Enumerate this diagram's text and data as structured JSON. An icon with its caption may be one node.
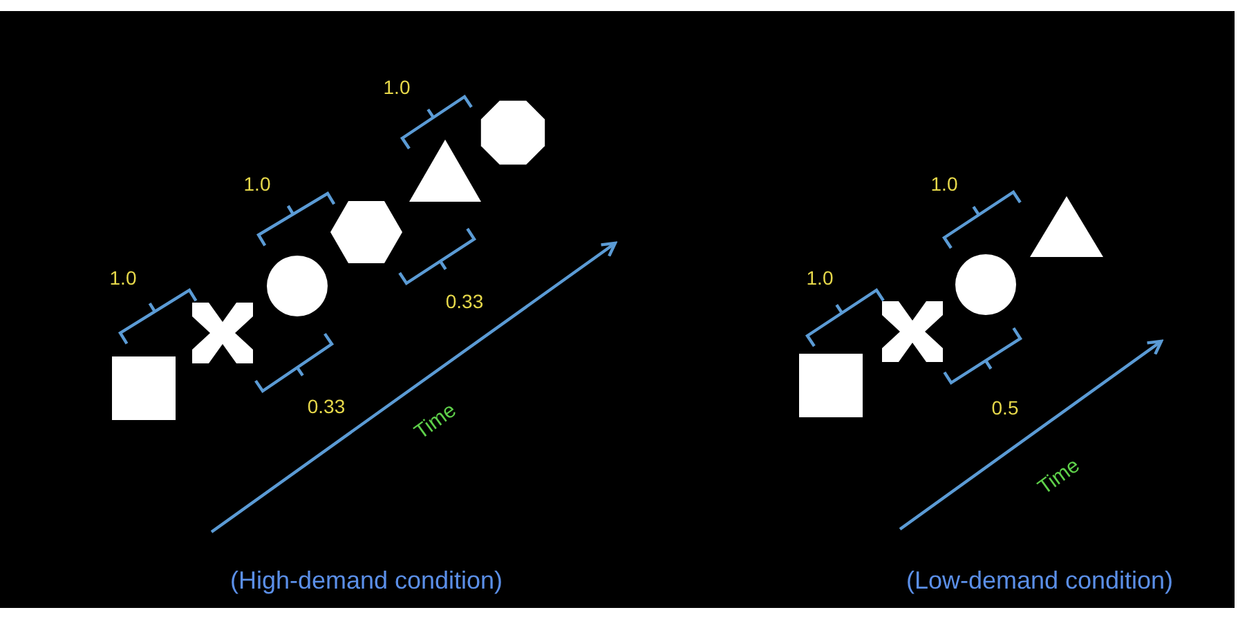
{
  "diagram": {
    "labels": [
      "1.0",
      "1.0",
      "1.0",
      "0.33",
      "0.33",
      "Time",
      "(High-demand condition)",
      "1.0",
      "1.0",
      "0.5",
      "Time",
      "(Low-demand condition)"
    ]
  }
}
